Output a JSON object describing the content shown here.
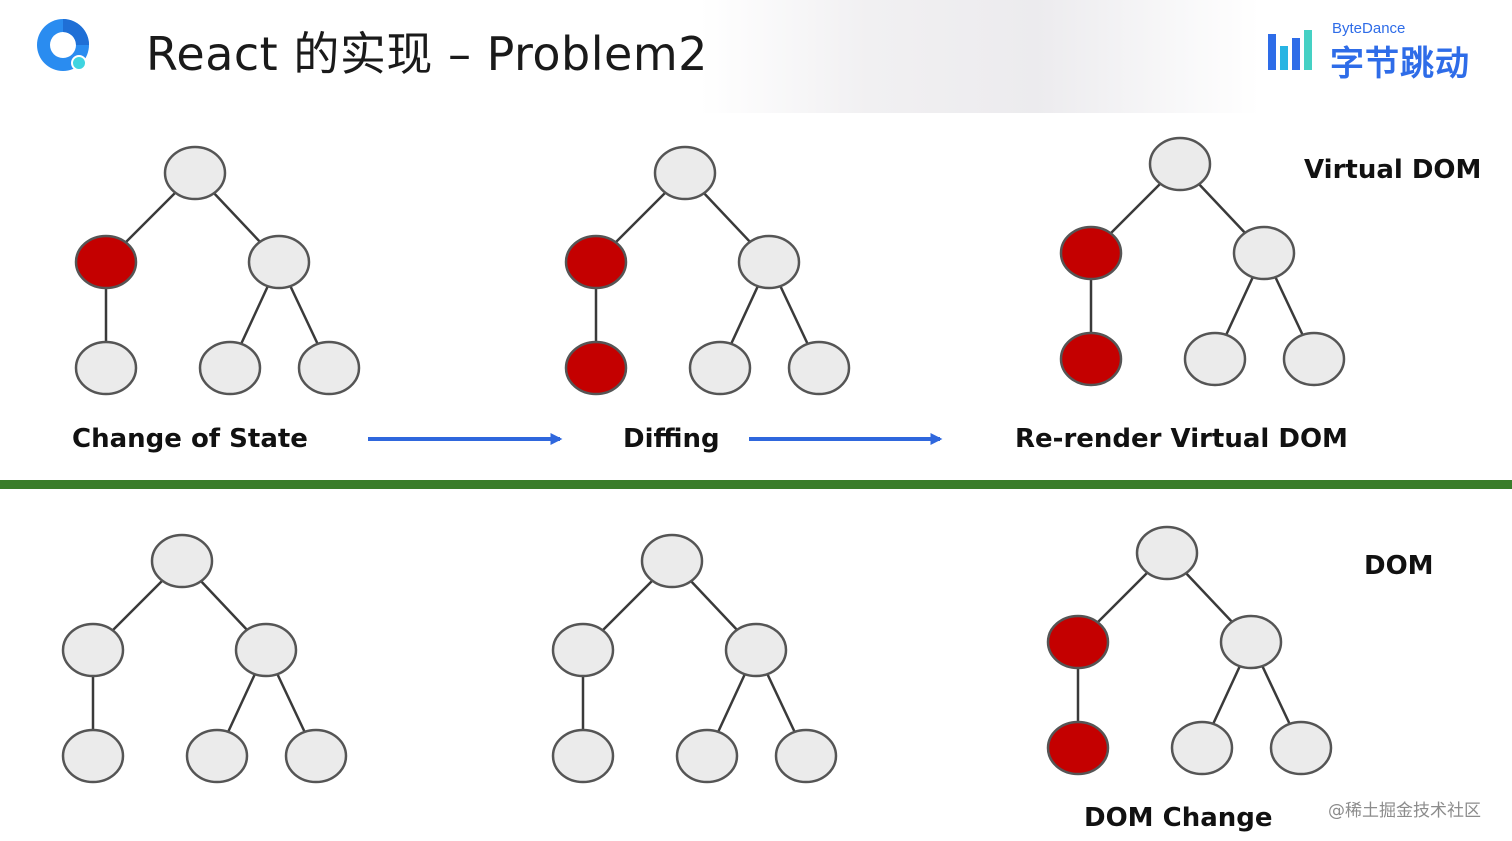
{
  "slide": {
    "title": "React 的实现 – Problem2"
  },
  "brand": {
    "name_en": "ByteDance",
    "name_cn": "字节跳动"
  },
  "sections": {
    "virtual_dom_label": "Virtual DOM",
    "dom_label": "DOM"
  },
  "stages": {
    "state_change": "Change of State",
    "diffing": "Diffing",
    "rerender": "Re-render Virtual DOM",
    "dom_change": "DOM Change"
  },
  "colors": {
    "node_default": "#ebebeb",
    "node_changed": "#c40000",
    "node_stroke": "#555555",
    "divider": "#3a7d2a",
    "arrow": "#2f67dd",
    "brand": "#2e6ce8"
  },
  "trees": [
    {
      "row": "virtual-dom",
      "stage": "state-change",
      "changed": [
        "left"
      ]
    },
    {
      "row": "virtual-dom",
      "stage": "diffing",
      "changed": [
        "left",
        "left-child"
      ]
    },
    {
      "row": "virtual-dom",
      "stage": "rerender",
      "changed": [
        "left",
        "left-child"
      ]
    },
    {
      "row": "dom",
      "stage": "initial",
      "changed": []
    },
    {
      "row": "dom",
      "stage": "initial",
      "changed": []
    },
    {
      "row": "dom",
      "stage": "dom-change",
      "changed": [
        "left",
        "left-child"
      ]
    }
  ],
  "footer": {
    "credit": "@稀土掘金技术社区"
  },
  "icons": {
    "logo": "app-logo-icon",
    "arrow": "right-arrow-icon"
  }
}
